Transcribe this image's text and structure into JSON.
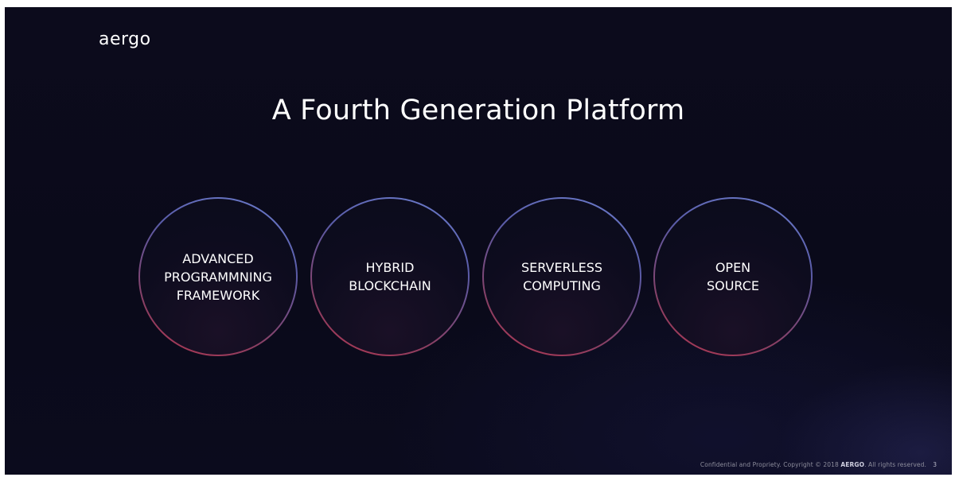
{
  "logo": {
    "text": "aergo"
  },
  "title": "A Fourth Generation Platform",
  "features": [
    {
      "label": "ADVANCED\nPROGRAMMNING\nFRAMEWORK"
    },
    {
      "label": "HYBRID\nBLOCKCHAIN"
    },
    {
      "label": "SERVERLESS\nCOMPUTING"
    },
    {
      "label": "OPEN\nSOURCE"
    }
  ],
  "footer": {
    "prefix": "Confidential and Propriety. Copyright © 2018 ",
    "brand": "AERGO",
    "suffix": ". All rights reserved.",
    "page_number": "3"
  },
  "colors": {
    "background": "#0b0b1c",
    "text": "#ffffff",
    "ring_top": "#6d7fcf",
    "ring_bottom": "#b3354f"
  }
}
